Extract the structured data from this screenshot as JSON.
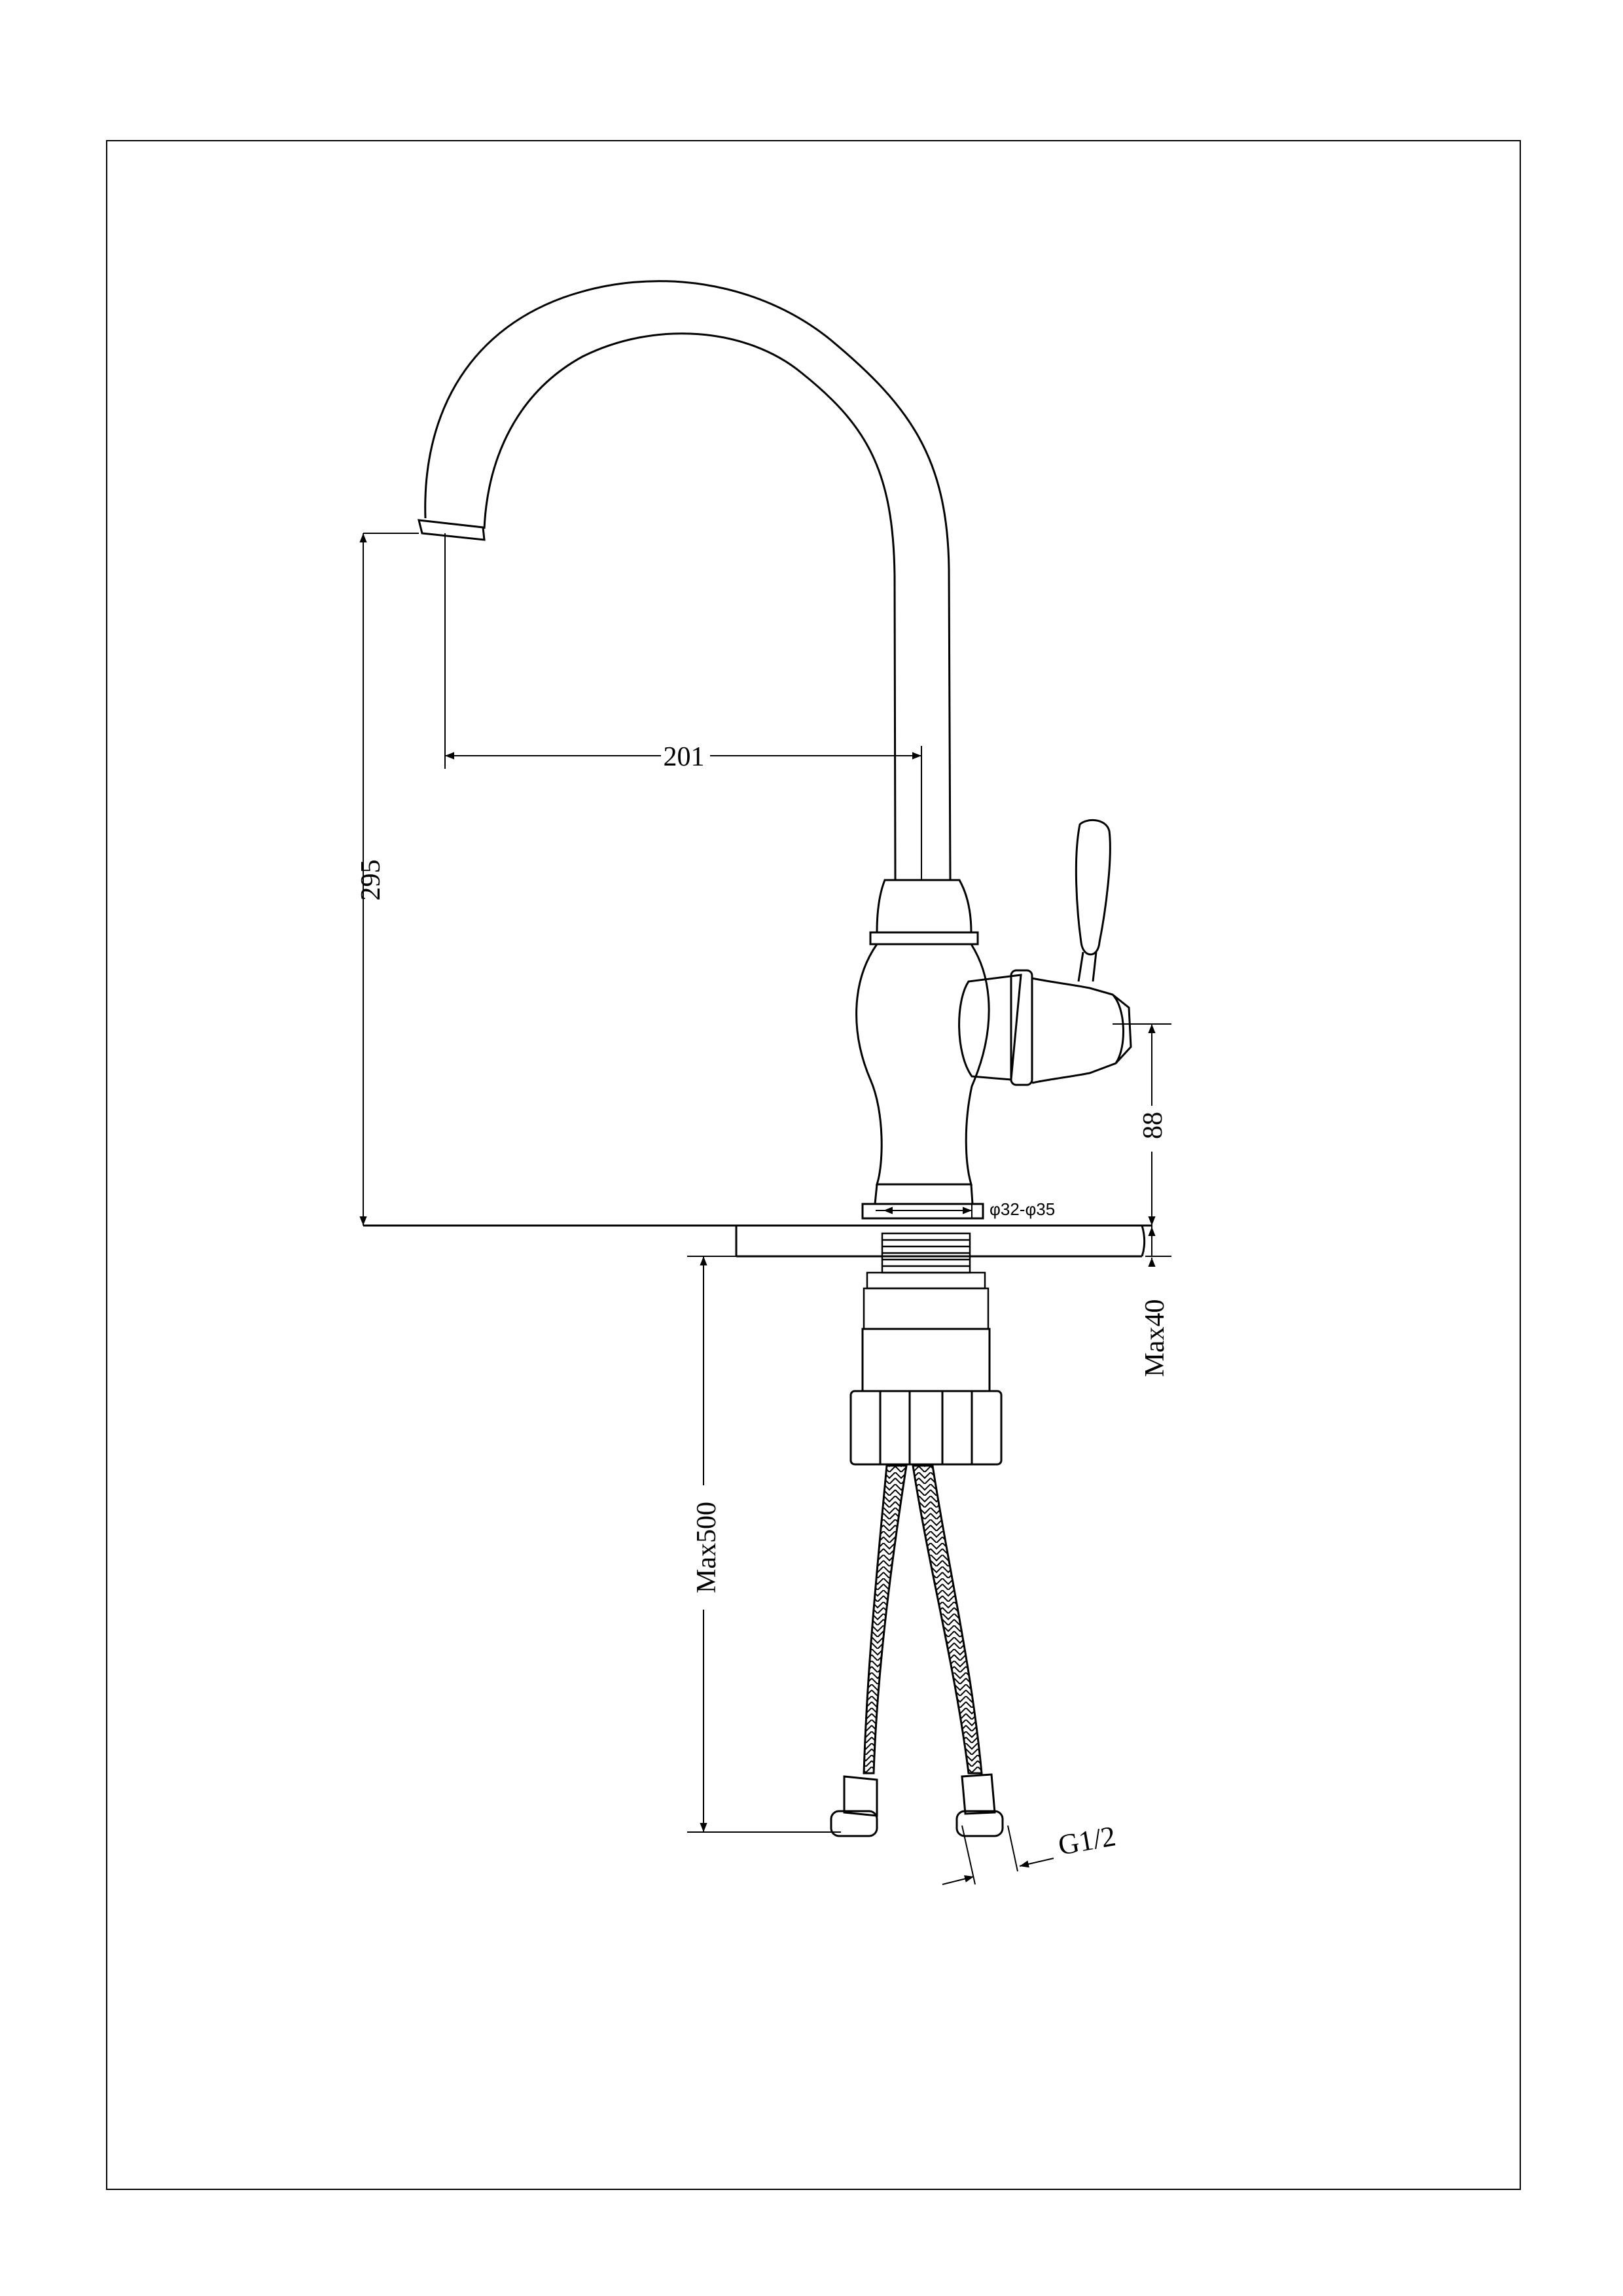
{
  "dimensions": {
    "height": "295",
    "reach": "201",
    "handle_height": "88",
    "hole_diameter": "φ32-φ35",
    "max_deck_thickness": "Max40",
    "max_hose_length": "Max500",
    "connector_thread": "G1/2"
  },
  "colors": {
    "line": "#000000",
    "background": "#ffffff"
  }
}
